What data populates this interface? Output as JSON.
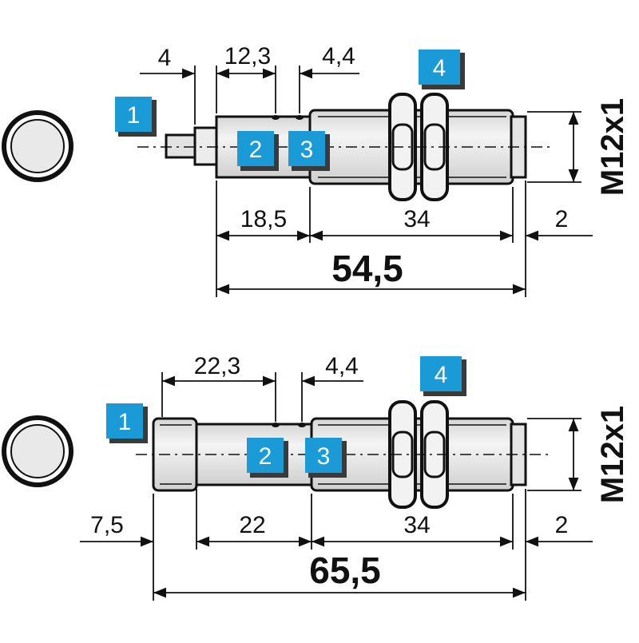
{
  "top": {
    "dims": {
      "tip_length": "4",
      "sensor_zone": "12,3",
      "gap": "4,4",
      "rear_section": "18,5",
      "thread_length": "34",
      "end_cap": "2",
      "total_length": "54,5",
      "thread_size": "M12x1"
    },
    "badges": [
      "1",
      "2",
      "3",
      "4"
    ]
  },
  "bottom": {
    "dims": {
      "sensor_zone": "22,3",
      "gap": "4,4",
      "front_offset": "7,5",
      "rear_section": "22",
      "thread_length": "34",
      "end_cap": "2",
      "total_length": "65,5",
      "thread_size": "M12x1"
    },
    "badges": [
      "1",
      "2",
      "3",
      "4"
    ]
  },
  "colors": {
    "badge_fill": "#1a9ad6",
    "badge_shadow": "#3a3a3a",
    "body_fill": "#e6e6e6",
    "outline": "#111111"
  }
}
